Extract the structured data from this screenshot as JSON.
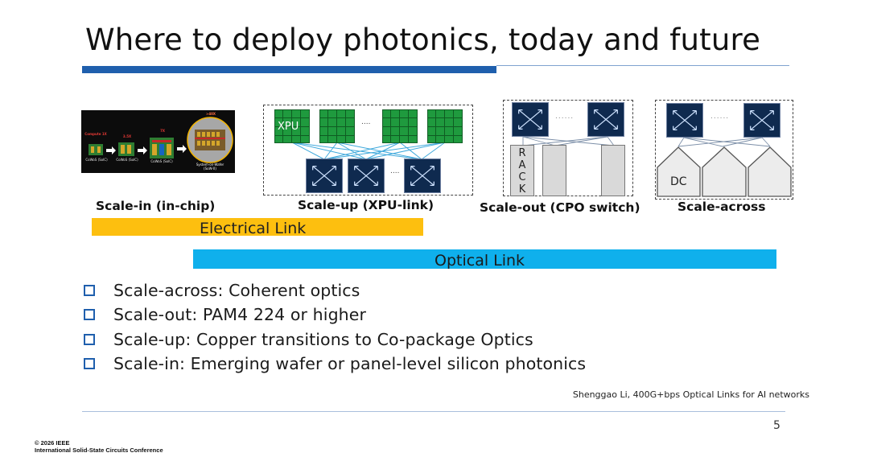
{
  "slide": {
    "title": "Where to deploy photonics, today and future",
    "page_number": "5",
    "credit": "Shenggao Li, 400G+bps Optical Links for AI networks",
    "copyright_line1": "© 2026 IEEE",
    "copyright_line2": "International Solid-State Circuits Conference"
  },
  "diagram": {
    "scale_in": {
      "caption": "Scale-in (in-chip)",
      "photo_labels": [
        "Compute 1X",
        "3.5X",
        "7X",
        ">40X",
        "CoWoS (SoIC)",
        "CoWoS (SoIC)",
        "CoWoS (SoIC)",
        "System-on-Wafer (SoW-X)"
      ]
    },
    "scale_up": {
      "caption": "Scale-up (XPU-link)",
      "xpu_label": "XPU",
      "ellipsis": "...."
    },
    "scale_out": {
      "caption": "Scale-out (CPO switch)",
      "rack_letters": [
        "R",
        "A",
        "C",
        "K"
      ],
      "ellipsis": "......"
    },
    "scale_across": {
      "caption": "Scale-across",
      "dc_label": "DC",
      "ellipsis": "......"
    },
    "electrical_link": "Electrical Link",
    "optical_link": "Optical Link"
  },
  "bullets": [
    "Scale-across: Coherent optics",
    "Scale-out: PAM4 224 or higher",
    "Scale-up: Copper transitions to Co-package Optics",
    "Scale-in: Emerging wafer or panel-level silicon photonics"
  ],
  "colors": {
    "title_bar": "#1f5fad",
    "electrical": "#fdbf0f",
    "optical": "#0fb0ec",
    "xpu": "#1f9a3e",
    "switch": "#0f2a4f",
    "bullet_box": "#1f5fad"
  }
}
